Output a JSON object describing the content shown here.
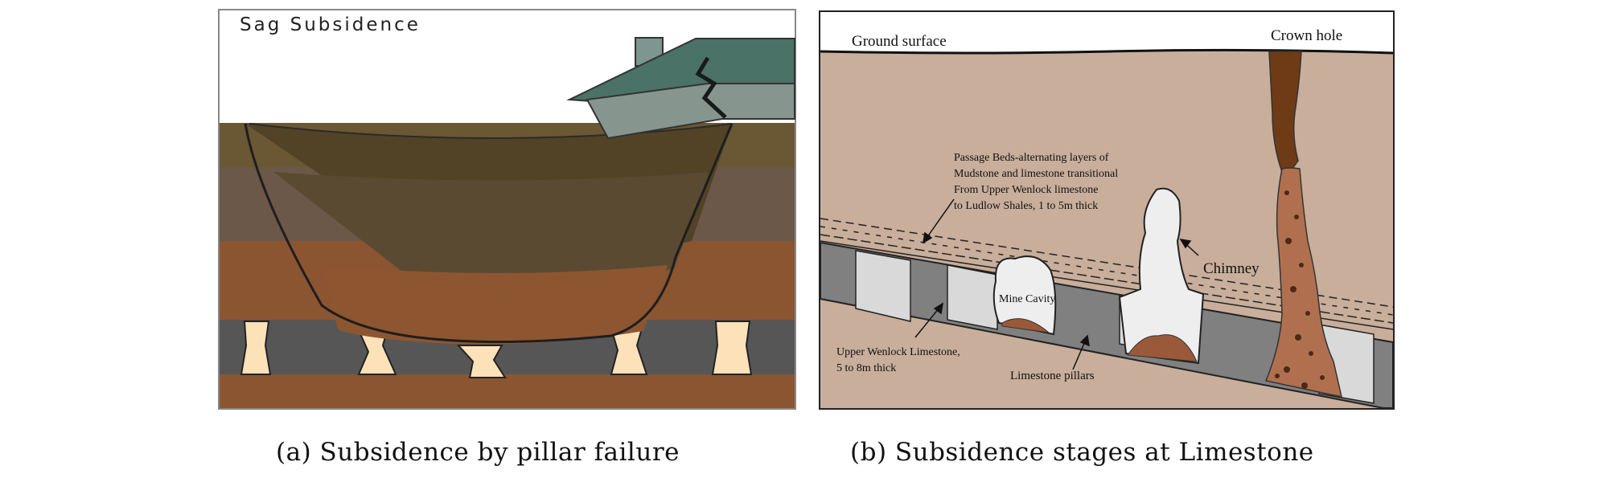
{
  "panel_a": {
    "title": "Sag Subsidence",
    "caption": "(a) Subsidence by pillar failure"
  },
  "panel_b": {
    "caption": "(b) Subsidence stages at Limestone",
    "labels": {
      "ground_surface": "Ground surface",
      "crown_hole": "Crown hole",
      "passage_beds": [
        "Passage Beds-alternating  layers of",
        "Mudstone and limestone transitional",
        "From Upper Wenlock limestone",
        "to Ludlow Shales, 1 to 5m thick"
      ],
      "chimney": "Chimney",
      "mine_cavity": "Mine Cavity",
      "upper_wenlock": [
        "Upper Wenlock Limestone,",
        "5 to 8m thick"
      ],
      "limestone_pillars": "Limestone pillars"
    }
  }
}
